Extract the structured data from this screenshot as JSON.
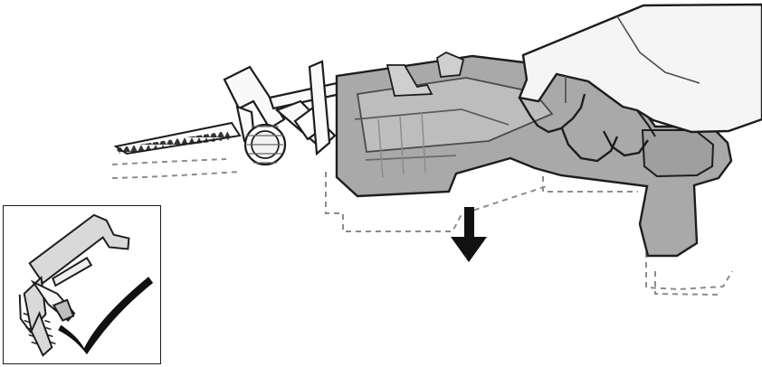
{
  "scene": {
    "subject": "reciprocating-saw-with-blade-and-shoe",
    "action": "press-down",
    "inset_detail": "shoe-attached-correctly",
    "inset_status": "check",
    "colors": {
      "tool_body": "#a9a9a9",
      "tool_body_dark": "#8a8a8a",
      "hand": "#f3f3f3",
      "outline": "#1d1d1d",
      "ghost_outline": "#8c8c8c",
      "arrow": "#111111",
      "check": "#111111"
    }
  }
}
